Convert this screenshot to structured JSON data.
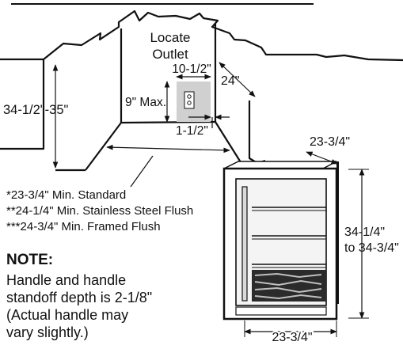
{
  "labels": {
    "locate": "Locate",
    "outlet": "Outlet",
    "outlet_width": "10-1/2\"",
    "outlet_height": "9\" Max.",
    "outlet_offset": "1-1/2\"",
    "opening_depth": "24\"",
    "opening_height": "34-1/2\"-35\""
  },
  "width_notes": [
    "*23-3/4\" Min. Standard",
    "**24-1/4\" Min. Stainless Steel Flush",
    "***24-3/4\" Min. Framed Flush"
  ],
  "appliance": {
    "depth_top": "23-3/4\"",
    "height_line1": "34-1/4\"",
    "height_line2": "to 34-3/4\"",
    "width_bottom": "23-3/4\""
  },
  "note": {
    "title": "NOTE:",
    "lines": [
      "Handle and handle",
      "standoff depth is 2-1/8\"",
      "(Actual handle may",
      "vary slightly.)"
    ]
  }
}
